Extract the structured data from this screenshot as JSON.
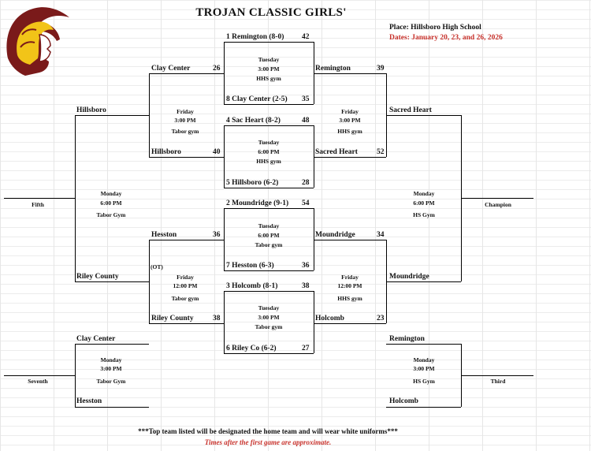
{
  "header": {
    "title": "TROJAN CLASSIC GIRLS'",
    "place": "Place: Hillsboro High School",
    "dates": "Dates: January 20, 23, and 26, 2026"
  },
  "colors": {
    "accent": "#c8322c",
    "logo_maroon": "#7a1a1a",
    "logo_gold": "#f2c418"
  },
  "icons": {
    "logo": "trojan-helmet-icon"
  },
  "round1": [
    {
      "top": "1  Remington (8-0)",
      "top_score": "42",
      "info": [
        "Tuesday",
        "3:00 PM",
        "HHS gym"
      ],
      "bottom": "8  Clay Center (2-5)",
      "bottom_score": "35"
    },
    {
      "top": "4  Sac Heart (8-2)",
      "top_score": "48",
      "info": [
        "Tuesday",
        "6:00 PM",
        "HHS gym"
      ],
      "bottom": "5  Hillsboro (6-2)",
      "bottom_score": "28"
    },
    {
      "top": "2  Moundridge (9-1)",
      "top_score": "54",
      "info": [
        "Tuesday",
        "6:00 PM",
        "Tabor gym"
      ],
      "bottom": "7  Hesston (6-3)",
      "bottom_score": "36"
    },
    {
      "top": "3  Holcomb (8-1)",
      "top_score": "38",
      "info": [
        "Tuesday",
        "3:00 PM",
        "Tabor gym"
      ],
      "bottom": "6  Riley Co (6-2)",
      "bottom_score": "27"
    }
  ],
  "left_semis": [
    {
      "top": "Clay Center",
      "top_score": "26",
      "info": [
        "Friday",
        "3:00 PM",
        "Tabor gym"
      ],
      "bottom": "Hillsboro",
      "bottom_score": "40"
    },
    {
      "top": "Hesston",
      "top_score": "36",
      "ot": "(OT)",
      "info": [
        "Friday",
        "12:00 PM",
        "Tabor gym"
      ],
      "bottom": "Riley County",
      "bottom_score": "38"
    }
  ],
  "right_semis": [
    {
      "top": "Remington",
      "top_score": "39",
      "info": [
        "Friday",
        "3:00 PM",
        "HHS gym"
      ],
      "bottom": "Sacred Heart",
      "bottom_score": "52"
    },
    {
      "top": "Moundridge",
      "top_score": "34",
      "info": [
        "Friday",
        "12:00 PM",
        "HHS gym"
      ],
      "bottom": "Holcomb",
      "bottom_score": "23"
    }
  ],
  "fifth": {
    "top": "Hillsboro",
    "bottom": "Riley County",
    "info": [
      "Monday",
      "6:00 PM",
      "Tabor Gym"
    ],
    "label": "Fifth"
  },
  "champion": {
    "top": "Sacred Heart",
    "bottom": "Moundridge",
    "info": [
      "Monday",
      "6:00 PM",
      "HS Gym"
    ],
    "label": "Champion"
  },
  "seventh": {
    "top": "Clay Center",
    "bottom": "Hesston",
    "info": [
      "Monday",
      "3:00 PM",
      "Tabor Gym"
    ],
    "label": "Seventh"
  },
  "third": {
    "top": "Remington",
    "bottom": "Holcomb",
    "info": [
      "Monday",
      "3:00 PM",
      "HS Gym"
    ],
    "label": "Third"
  },
  "footer": {
    "note": "***Top team listed will be designated the home team and will wear white uniforms***",
    "times": "Times after the first game are approximate."
  }
}
